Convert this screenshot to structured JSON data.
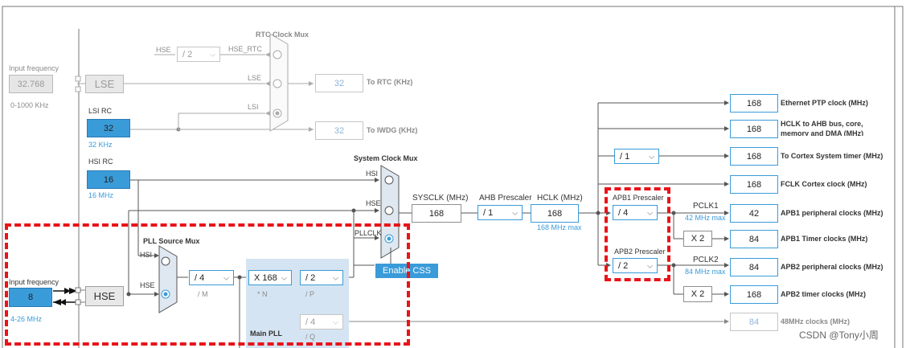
{
  "colors": {
    "accent": "#3a9bd9",
    "highlight": "#e8141a",
    "pll_bg": "#d5e4f2"
  },
  "inputs": {
    "lse": {
      "label": "Input frequency",
      "value": "32.768",
      "range": "0-1000 KHz",
      "block": "LSE"
    },
    "lsi": {
      "label": "LSI RC",
      "value": "32",
      "unit": "32 KHz"
    },
    "hsi": {
      "label": "HSI RC",
      "value": "16",
      "unit": "16 MHz"
    },
    "hse": {
      "label": "Input frequency",
      "value": "8",
      "range": "4-26 MHz",
      "block": "HSE"
    }
  },
  "rtc": {
    "title": "RTC Clock Mux",
    "hse_label": "HSE",
    "hse_div": "/ 2",
    "hse_rtc_label": "HSE_RTC",
    "lse_label": "LSE",
    "lsi_label": "LSI",
    "rtc_value": "32",
    "rtc_out": "To RTC (KHz)",
    "iwdg_value": "32",
    "iwdg_out": "To IWDG (KHz)"
  },
  "sysmux": {
    "title": "System Clock Mux",
    "hsi": "HSI",
    "hse": "HSE",
    "pllclk": "PLLCLK"
  },
  "pll": {
    "src_title": "PLL Source Mux",
    "hsi": "HSI",
    "hse": "HSE",
    "m_value": "/ 4",
    "m_label": "/ M",
    "n_value": "X 168",
    "n_label": "* N",
    "p_value": "/ 2",
    "p_label": "/ P",
    "q_value": "/ 4",
    "q_label": "/ Q",
    "main_label": "Main PLL"
  },
  "css_button": "Enable CSS",
  "sysclk": {
    "label": "SYSCLK (MHz)",
    "value": "168"
  },
  "ahb": {
    "label": "AHB Prescaler",
    "value": "/ 1"
  },
  "hclk": {
    "label": "HCLK (MHz)",
    "value": "168",
    "max": "168 MHz max"
  },
  "apb1": {
    "label": "APB1 Prescaler",
    "value": "/ 4",
    "pclk": "PCLK1",
    "max": "42 MHz max"
  },
  "apb2": {
    "label": "APB2 Prescaler",
    "value": "/ 2",
    "pclk": "PCLK2",
    "max": "84 MHz max"
  },
  "cortex_div": "/ 1",
  "x2a": "X 2",
  "x2b": "X 2",
  "outputs": [
    {
      "value": "168",
      "label": "Ethernet PTP clock (MHz)"
    },
    {
      "value": "168",
      "label": "HCLK to AHB bus, core,",
      "label2": "memory and DMA (MHz)"
    },
    {
      "value": "168",
      "label": "To Cortex System timer (MHz)"
    },
    {
      "value": "168",
      "label": "FCLK Cortex clock (MHz)"
    },
    {
      "value": "42",
      "label": "APB1 peripheral clocks (MHz)"
    },
    {
      "value": "84",
      "label": "APB1 Timer clocks (MHz)"
    },
    {
      "value": "84",
      "label": "APB2 peripheral clocks (MHz)"
    },
    {
      "value": "168",
      "label": "APB2 timer clocks (MHz)"
    },
    {
      "value": "84",
      "label": "48MHz clocks (MHz)"
    }
  ],
  "watermark": "CSDN @Tony小周"
}
